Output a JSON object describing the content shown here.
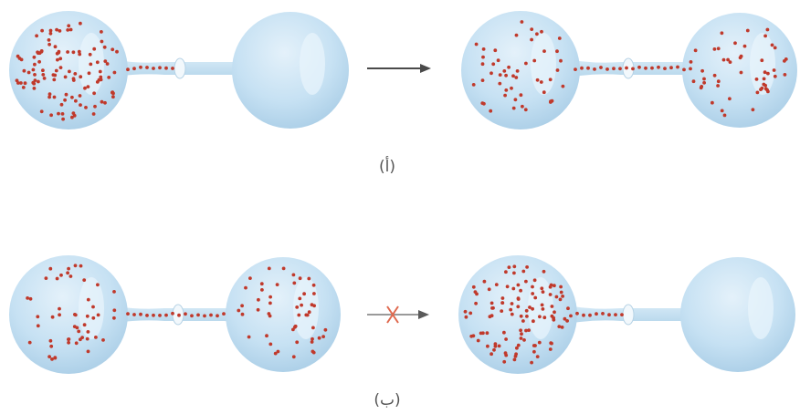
{
  "diagram": {
    "panels": [
      {
        "id": "a",
        "caption": "(أ)",
        "blocked": false,
        "before": {
          "left_bulb": "full",
          "right_bulb": "empty"
        },
        "after": {
          "left_bulb": "half",
          "right_bulb": "half"
        }
      },
      {
        "id": "b",
        "caption": "(ب)",
        "blocked": true,
        "before": {
          "left_bulb": "half",
          "right_bulb": "half"
        },
        "after": {
          "left_bulb": "full",
          "right_bulb": "empty"
        }
      }
    ]
  },
  "colors": {
    "bulb_fill": "#c9e3f4",
    "bulb_edge": "#a9cbe3",
    "molecule": "#c0392b",
    "arrow": "#4a4a4a",
    "cross": "#e06a4f"
  }
}
